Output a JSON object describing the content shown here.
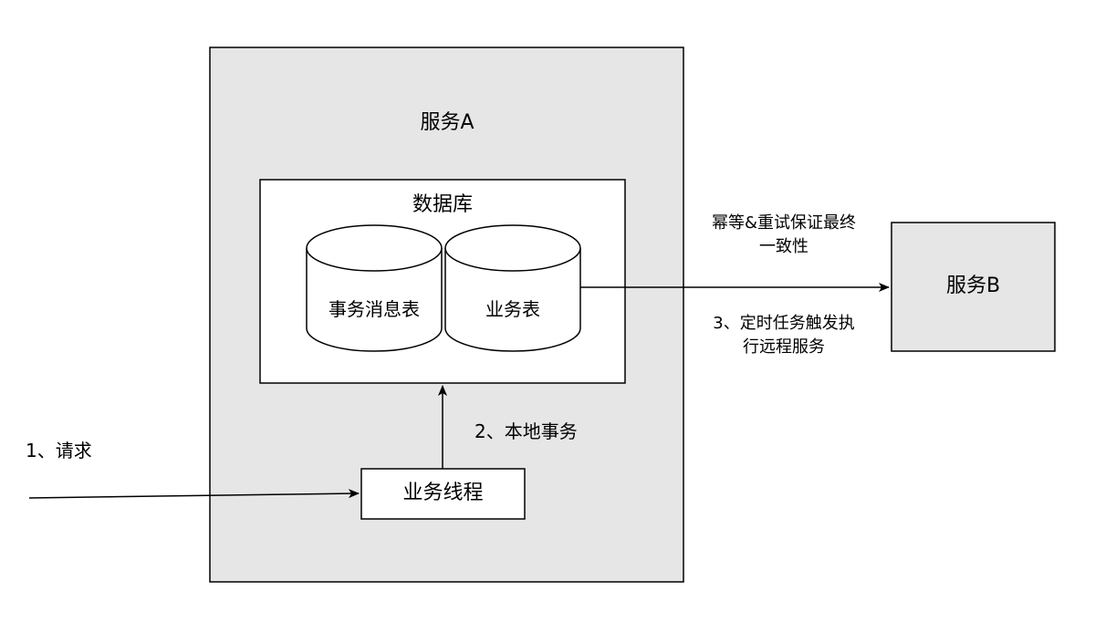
{
  "service_a": {
    "label": "服务A"
  },
  "database": {
    "label": "数据库"
  },
  "tables": [
    {
      "label": "事务消息表"
    },
    {
      "label": "业务表"
    }
  ],
  "worker": {
    "label": "业务线程"
  },
  "service_b": {
    "label": "服务B"
  },
  "edges": {
    "request": "1、请求",
    "local_tx": "2、本地事务",
    "remote_call": "3、定时任务触发执行远程服务",
    "guarantee": "幂等&重试保证最终一致性"
  },
  "colors": {
    "service_a_fill": "#e6e6e6",
    "service_b_fill": "#e6e6e6",
    "database_fill": "#ffffff",
    "stroke": "#000000"
  }
}
